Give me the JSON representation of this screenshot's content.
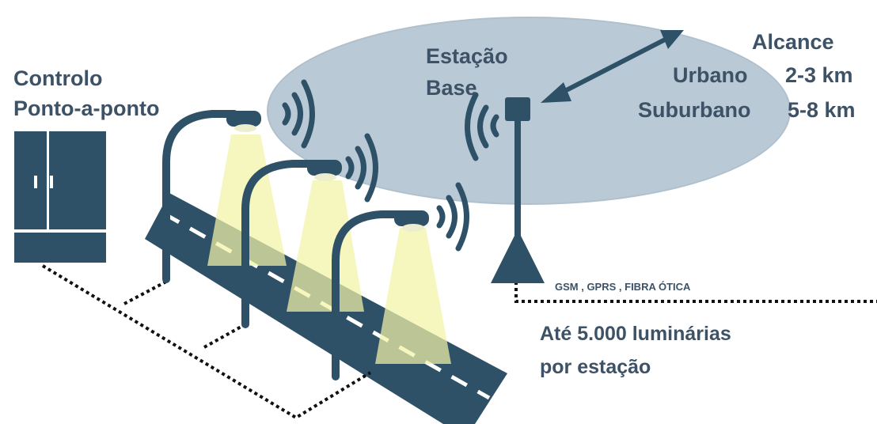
{
  "control": {
    "title_line1": "Controlo",
    "title_line2": "Ponto-a-ponto"
  },
  "base_station": {
    "label_line1": "Estação",
    "label_line2": "Base"
  },
  "range": {
    "title": "Alcance",
    "urban_label": "Urbano",
    "urban_value": "2-3 km",
    "suburban_label": "Suburbano",
    "suburban_value": "5-8 km"
  },
  "connection": {
    "technologies": "GSM , GPRS , FIBRA ÓTICA"
  },
  "capacity": {
    "line1": "Até 5.000 luminárias",
    "line2": "por estação"
  },
  "colors": {
    "primary": "#2e5168",
    "coverage_ellipse": "#b9c9d5",
    "light_beam": "#f3f3a6",
    "road": "#2e5168",
    "text": "#3d5266"
  }
}
